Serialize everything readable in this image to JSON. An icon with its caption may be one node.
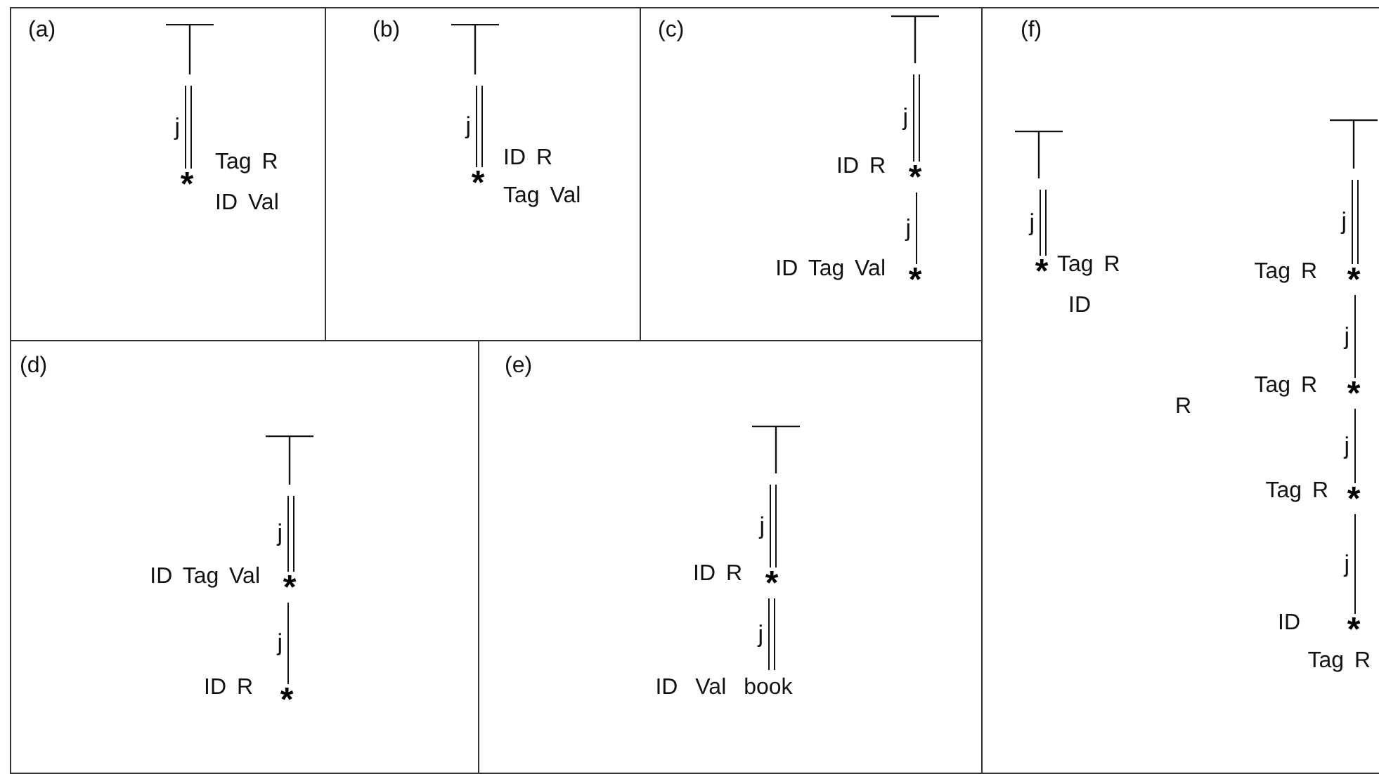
{
  "diagram": {
    "nodes": [
      {
        "text": [
          "(a)"
        ]
      },
      {
        "text": [],
        "shape": "bar",
        "in": 0
      },
      {
        "text": [
          "*"
        ],
        "beside": [
          "Tag R",
          "ID Val"
        ],
        "in": 0
      },
      {
        "text": [
          "(b)"
        ]
      },
      {
        "text": [],
        "shape": "bar",
        "in": 3
      },
      {
        "text": [
          "*"
        ],
        "beside": [
          "ID R",
          "Tag Val"
        ],
        "in": 3
      },
      {
        "text": [
          "(c)"
        ]
      },
      {
        "text": [],
        "shape": "bar",
        "in": 6
      },
      {
        "text": [
          "*"
        ],
        "beside": [
          "ID R"
        ],
        "in": 6
      },
      {
        "text": [
          "*"
        ],
        "beside": [
          "ID Tag Val"
        ],
        "in": 6
      },
      {
        "text": [
          "(d)"
        ]
      },
      {
        "text": [],
        "shape": "bar",
        "in": 10
      },
      {
        "text": [
          "*"
        ],
        "beside": [
          "ID Tag Val"
        ],
        "in": 10
      },
      {
        "text": [
          "*"
        ],
        "beside": [
          "ID R"
        ],
        "in": 10
      },
      {
        "text": [
          "(e)"
        ]
      },
      {
        "text": [],
        "shape": "bar",
        "in": 14
      },
      {
        "text": [
          "*"
        ],
        "beside": [
          "ID R"
        ],
        "in": 14
      },
      {
        "text": [
          "ID Val book"
        ],
        "in": 14
      },
      {
        "text": [
          "(f)"
        ]
      },
      {
        "text": [],
        "shape": "bar",
        "in": 18
      },
      {
        "text": [
          "*"
        ],
        "beside": [
          "Tag R",
          "ID"
        ],
        "in": 18
      },
      {
        "text": [],
        "shape": "bar",
        "in": 18
      },
      {
        "text": [
          "*"
        ],
        "beside": [
          "Tag R"
        ],
        "in": 18
      },
      {
        "text": [
          "*"
        ],
        "beside": [
          "Tag R"
        ],
        "in": 18
      },
      {
        "text": [
          "*"
        ],
        "beside": [
          "Tag R"
        ],
        "in": 18
      },
      {
        "text": [
          "*"
        ],
        "beside": [
          "ID",
          "Tag R"
        ],
        "in": 18
      }
    ],
    "edges": [
      {
        "from": 1,
        "to": 2,
        "arrow": "none",
        "label": "j"
      },
      {
        "from": 4,
        "to": 5,
        "arrow": "none",
        "label": "j"
      },
      {
        "from": 7,
        "to": 8,
        "arrow": "none",
        "label": "j"
      },
      {
        "from": 8,
        "to": 9,
        "arrow": "none",
        "label": "j"
      },
      {
        "from": 11,
        "to": 12,
        "arrow": "none",
        "label": "j"
      },
      {
        "from": 12,
        "to": 13,
        "arrow": "none",
        "label": "j"
      },
      {
        "from": 15,
        "to": 16,
        "arrow": "none",
        "label": "j"
      },
      {
        "from": 16,
        "to": 17,
        "arrow": "none",
        "label": "j"
      },
      {
        "from": 19,
        "to": 20,
        "arrow": "none",
        "label": "j"
      },
      {
        "from": 21,
        "to": 22,
        "arrow": "none",
        "label": "j"
      },
      {
        "from": 22,
        "to": 23,
        "arrow": "none",
        "label": "j"
      },
      {
        "from": 23,
        "to": 24,
        "arrow": "none",
        "label": "j"
      },
      {
        "from": 24,
        "to": 25,
        "arrow": "none",
        "label": "j"
      }
    ],
    "labels": [
      "R"
    ]
  }
}
